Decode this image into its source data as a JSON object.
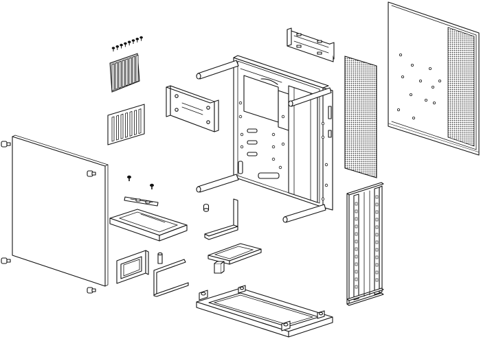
{
  "diagram": {
    "kind": "exploded-view",
    "subject": "computer-case-assembly",
    "colors": {
      "line": "#111111",
      "shade": "#c8c8c8",
      "mesh": "#444444",
      "background": "#ffffff"
    },
    "parts": [
      "expansion-slot-screws",
      "expansion-slot-covers",
      "expansion-slot-bracket",
      "left-side-panel",
      "thumbscrews",
      "drive-cage-bracket",
      "main-chassis-frame",
      "top-rail-bracket",
      "mesh-filter-panel",
      "right-side-panel",
      "front-rail-frame",
      "standoff-screws",
      "mounting-rail",
      "psu-shroud-tray",
      "l-bracket",
      "small-fan-frame",
      "support-pin",
      "bent-rod",
      "hdd-tray",
      "base-foot-frame",
      "chassis-rods"
    ]
  }
}
